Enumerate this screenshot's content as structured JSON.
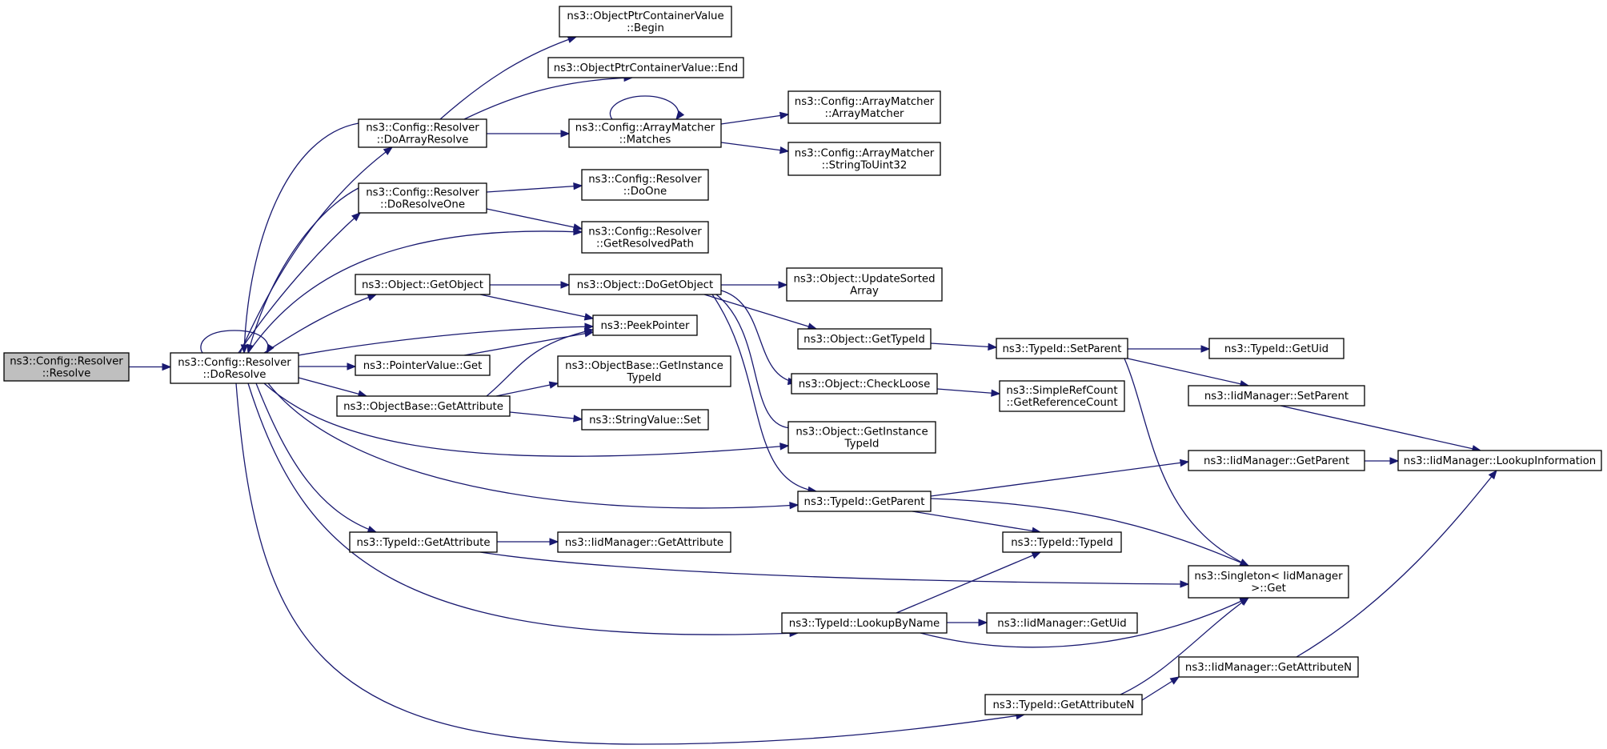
{
  "nodes": [
    {
      "id": "resolve",
      "lines": [
        "ns3::Config::Resolver",
        "::Resolve"
      ],
      "root": true
    },
    {
      "id": "doresolve",
      "lines": [
        "ns3::Config::Resolver",
        "::DoResolve"
      ]
    },
    {
      "id": "doarrayresolve",
      "lines": [
        "ns3::Config::Resolver",
        "::DoArrayResolve"
      ]
    },
    {
      "id": "doresolveone",
      "lines": [
        "ns3::Config::Resolver",
        "::DoResolveOne"
      ]
    },
    {
      "id": "getobject",
      "lines": [
        "ns3::Object::GetObject"
      ]
    },
    {
      "id": "pvget",
      "lines": [
        "ns3::PointerValue::Get"
      ]
    },
    {
      "id": "obgetattribute",
      "lines": [
        "ns3::ObjectBase::GetAttribute"
      ]
    },
    {
      "id": "tidgetattribute",
      "lines": [
        "ns3::TypeId::GetAttribute"
      ]
    },
    {
      "id": "opcbegin",
      "lines": [
        "ns3::ObjectPtrContainerValue",
        "::Begin"
      ]
    },
    {
      "id": "opcend",
      "lines": [
        "ns3::ObjectPtrContainerValue::End"
      ]
    },
    {
      "id": "amatches",
      "lines": [
        "ns3::Config::ArrayMatcher",
        "::Matches"
      ]
    },
    {
      "id": "doone",
      "lines": [
        "ns3::Config::Resolver",
        "::DoOne"
      ]
    },
    {
      "id": "getresolvedpath",
      "lines": [
        "ns3::Config::Resolver",
        "::GetResolvedPath"
      ]
    },
    {
      "id": "dogetobject",
      "lines": [
        "ns3::Object::DoGetObject"
      ]
    },
    {
      "id": "peekpointer",
      "lines": [
        "ns3::PeekPointer"
      ]
    },
    {
      "id": "obgetinstancetypeid",
      "lines": [
        "ns3::ObjectBase::GetInstance",
        "TypeId"
      ]
    },
    {
      "id": "svset",
      "lines": [
        "ns3::StringValue::Set"
      ]
    },
    {
      "id": "iidgetattribute",
      "lines": [
        "ns3::IidManager::GetAttribute"
      ]
    },
    {
      "id": "lookupbyname",
      "lines": [
        "ns3::TypeId::LookupByName"
      ]
    },
    {
      "id": "getattributen",
      "lines": [
        "ns3::TypeId::GetAttributeN"
      ]
    },
    {
      "id": "arraymatcher",
      "lines": [
        "ns3::Config::ArrayMatcher",
        "::ArrayMatcher"
      ]
    },
    {
      "id": "stringtouint32",
      "lines": [
        "ns3::Config::ArrayMatcher",
        "::StringToUint32"
      ]
    },
    {
      "id": "updatesorted",
      "lines": [
        "ns3::Object::UpdateSorted",
        "Array"
      ]
    },
    {
      "id": "objgettypeid",
      "lines": [
        "ns3::Object::GetTypeId"
      ]
    },
    {
      "id": "checkloose",
      "lines": [
        "ns3::Object::CheckLoose"
      ]
    },
    {
      "id": "objgetinstancetypeid",
      "lines": [
        "ns3::Object::GetInstance",
        "TypeId"
      ]
    },
    {
      "id": "tidgetparent",
      "lines": [
        "ns3::TypeId::GetParent"
      ]
    },
    {
      "id": "tidtypeid",
      "lines": [
        "ns3::TypeId::TypeId"
      ]
    },
    {
      "id": "iidgetuid",
      "lines": [
        "ns3::IidManager::GetUid"
      ]
    },
    {
      "id": "tidsetparent",
      "lines": [
        "ns3::TypeId::SetParent"
      ]
    },
    {
      "id": "getrefcount",
      "lines": [
        "ns3::SimpleRefCount",
        "::GetReferenceCount"
      ]
    },
    {
      "id": "tidgetuid",
      "lines": [
        "ns3::TypeId::GetUid"
      ]
    },
    {
      "id": "iidsetparent",
      "lines": [
        "ns3::IidManager::SetParent"
      ]
    },
    {
      "id": "iidgetparent",
      "lines": [
        "ns3::IidManager::GetParent"
      ]
    },
    {
      "id": "singletonget",
      "lines": [
        "ns3::Singleton< IidManager",
        ">::Get"
      ]
    },
    {
      "id": "iidgetattributen",
      "lines": [
        "ns3::IidManager::GetAttributeN"
      ]
    },
    {
      "id": "lookupinfo",
      "lines": [
        "ns3::IidManager::LookupInformation"
      ]
    }
  ],
  "edges": [
    [
      "resolve",
      "doresolve"
    ],
    [
      "doresolve",
      "doresolve"
    ],
    [
      "doresolve",
      "doarrayresolve"
    ],
    [
      "doresolve",
      "doresolveone"
    ],
    [
      "doresolve",
      "getresolvedpath"
    ],
    [
      "doresolve",
      "getobject"
    ],
    [
      "doresolve",
      "peekpointer"
    ],
    [
      "doresolve",
      "pvget"
    ],
    [
      "doresolve",
      "obgetattribute"
    ],
    [
      "doresolve",
      "objgetinstancetypeid"
    ],
    [
      "doresolve",
      "tidgetparent"
    ],
    [
      "doresolve",
      "tidgetattribute"
    ],
    [
      "doresolve",
      "lookupbyname"
    ],
    [
      "doresolve",
      "getattributen"
    ],
    [
      "doarrayresolve",
      "doresolve"
    ],
    [
      "doarrayresolve",
      "opcbegin"
    ],
    [
      "doarrayresolve",
      "opcend"
    ],
    [
      "doarrayresolve",
      "amatches"
    ],
    [
      "doresolveone",
      "doresolve"
    ],
    [
      "doresolveone",
      "doone"
    ],
    [
      "doresolveone",
      "getresolvedpath"
    ],
    [
      "amatches",
      "amatches"
    ],
    [
      "amatches",
      "arraymatcher"
    ],
    [
      "amatches",
      "stringtouint32"
    ],
    [
      "getobject",
      "dogetobject"
    ],
    [
      "getobject",
      "peekpointer"
    ],
    [
      "pvget",
      "peekpointer"
    ],
    [
      "obgetattribute",
      "peekpointer"
    ],
    [
      "obgetattribute",
      "obgetinstancetypeid"
    ],
    [
      "obgetattribute",
      "svset"
    ],
    [
      "dogetobject",
      "updatesorted"
    ],
    [
      "dogetobject",
      "objgettypeid"
    ],
    [
      "dogetobject",
      "checkloose"
    ],
    [
      "dogetobject",
      "objgetinstancetypeid"
    ],
    [
      "dogetobject",
      "tidgetparent"
    ],
    [
      "objgettypeid",
      "tidsetparent"
    ],
    [
      "checkloose",
      "getrefcount"
    ],
    [
      "tidsetparent",
      "tidgetuid"
    ],
    [
      "tidsetparent",
      "iidsetparent"
    ],
    [
      "tidsetparent",
      "singletonget"
    ],
    [
      "iidsetparent",
      "lookupinfo"
    ],
    [
      "iidgetparent",
      "lookupinfo"
    ],
    [
      "tidgetparent",
      "iidgetparent"
    ],
    [
      "tidgetparent",
      "tidtypeid"
    ],
    [
      "tidgetparent",
      "singletonget"
    ],
    [
      "tidgetattribute",
      "iidgetattribute"
    ],
    [
      "tidgetattribute",
      "singletonget"
    ],
    [
      "lookupbyname",
      "tidtypeid"
    ],
    [
      "lookupbyname",
      "iidgetuid"
    ],
    [
      "lookupbyname",
      "singletonget"
    ],
    [
      "getattributen",
      "singletonget"
    ],
    [
      "getattributen",
      "iidgetattributen"
    ],
    [
      "iidgetattributen",
      "lookupinfo"
    ]
  ]
}
